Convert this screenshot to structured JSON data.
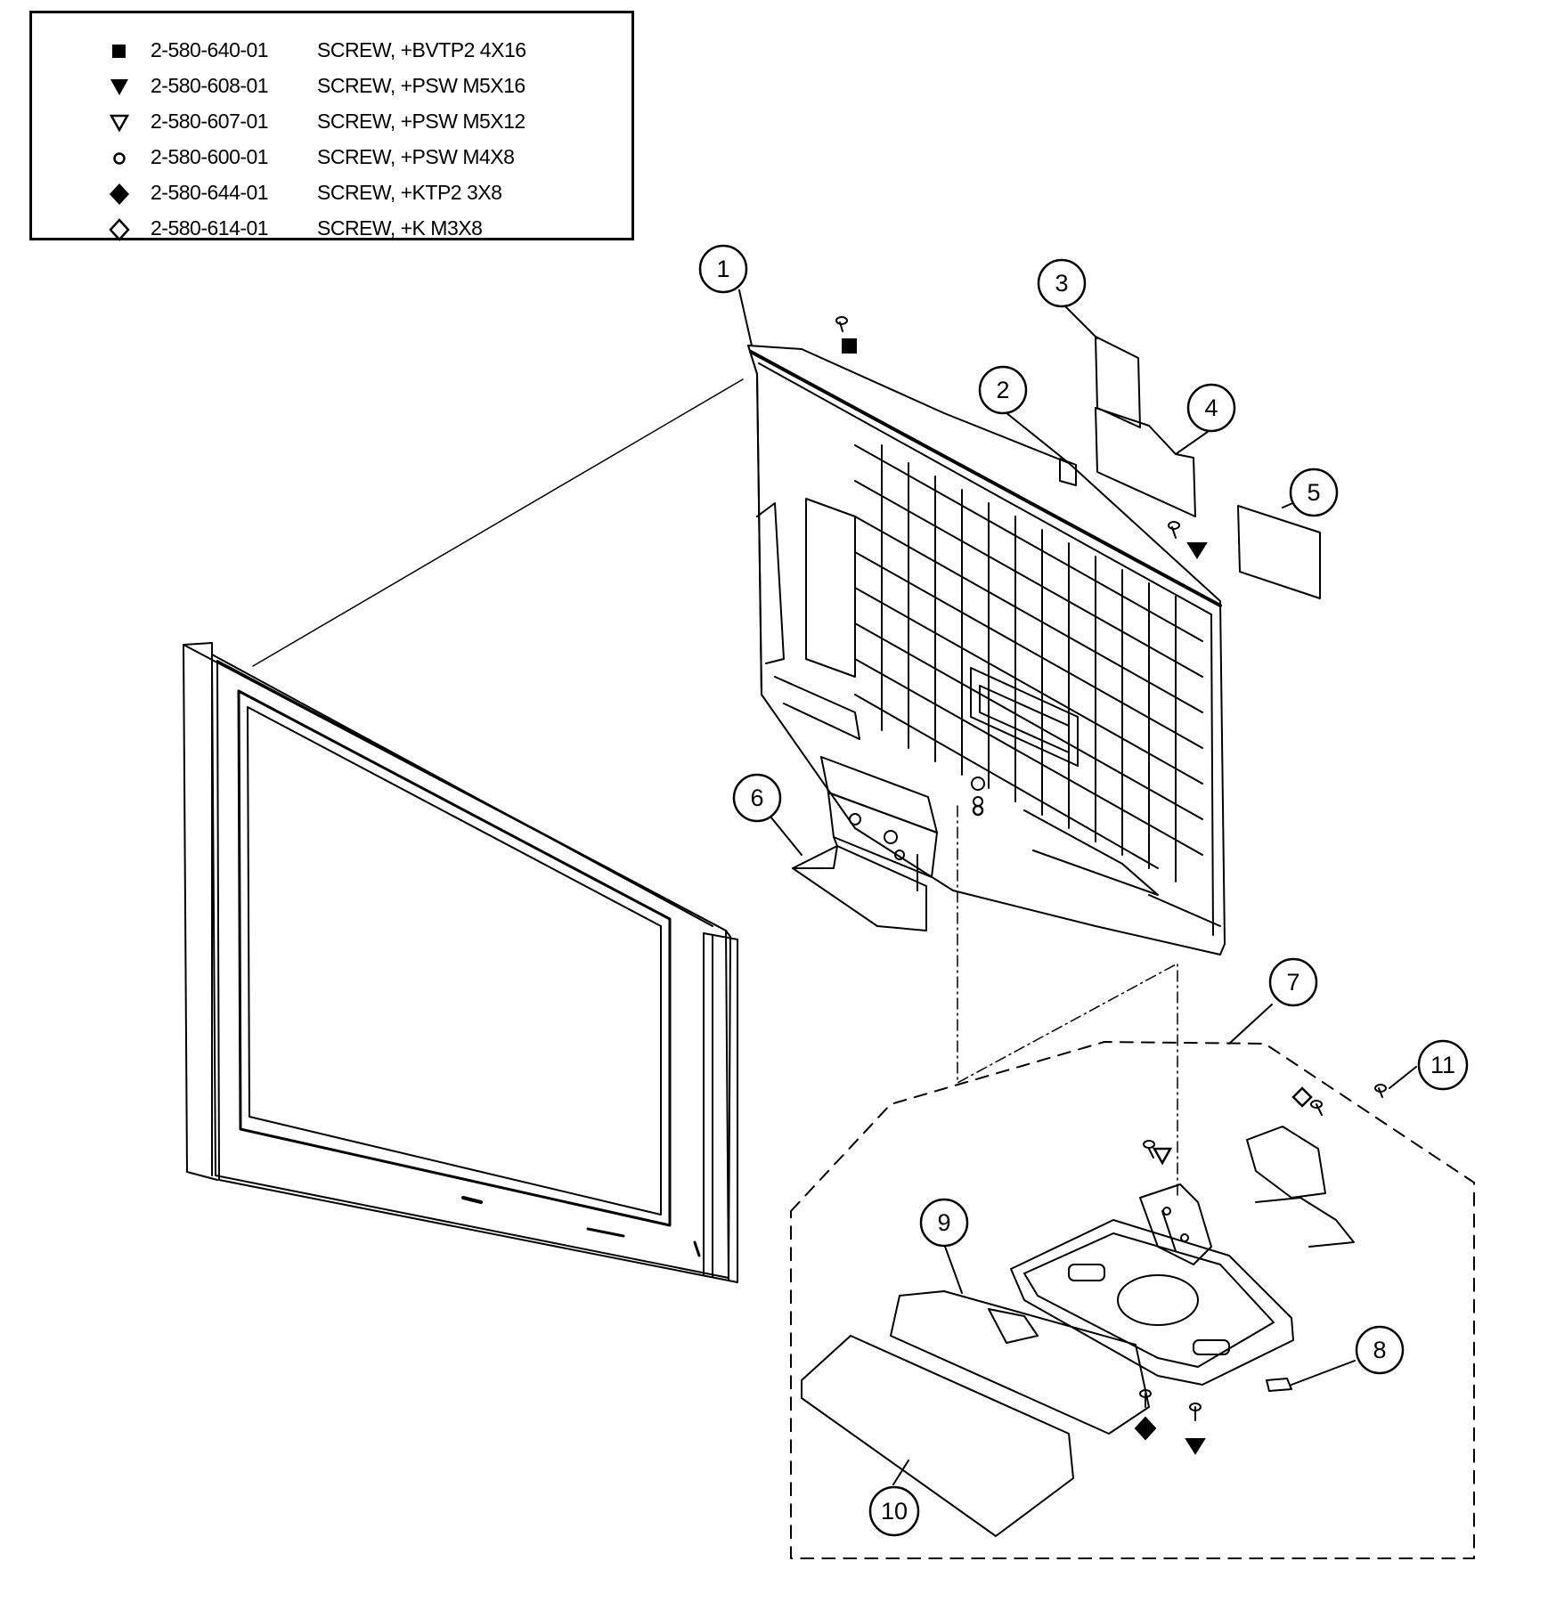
{
  "legend": {
    "rows": [
      {
        "symbol": "filled-square",
        "part": "2-580-640-01",
        "desc": "SCREW, +BVTP2 4X16"
      },
      {
        "symbol": "filled-triangle-down",
        "part": "2-580-608-01",
        "desc": "SCREW, +PSW M5X16"
      },
      {
        "symbol": "hollow-triangle-down",
        "part": "2-580-607-01",
        "desc": "SCREW, +PSW M5X12"
      },
      {
        "symbol": "hollow-circle",
        "part": "2-580-600-01",
        "desc": "SCREW, +PSW M4X8"
      },
      {
        "symbol": "filled-diamond",
        "part": "2-580-644-01",
        "desc": "SCREW, +KTP2 3X8"
      },
      {
        "symbol": "hollow-diamond",
        "part": "2-580-614-01",
        "desc": "SCREW, +K M3X8"
      }
    ]
  },
  "callouts": [
    "1",
    "2",
    "3",
    "4",
    "5",
    "6",
    "7",
    "8",
    "9",
    "10",
    "11"
  ]
}
